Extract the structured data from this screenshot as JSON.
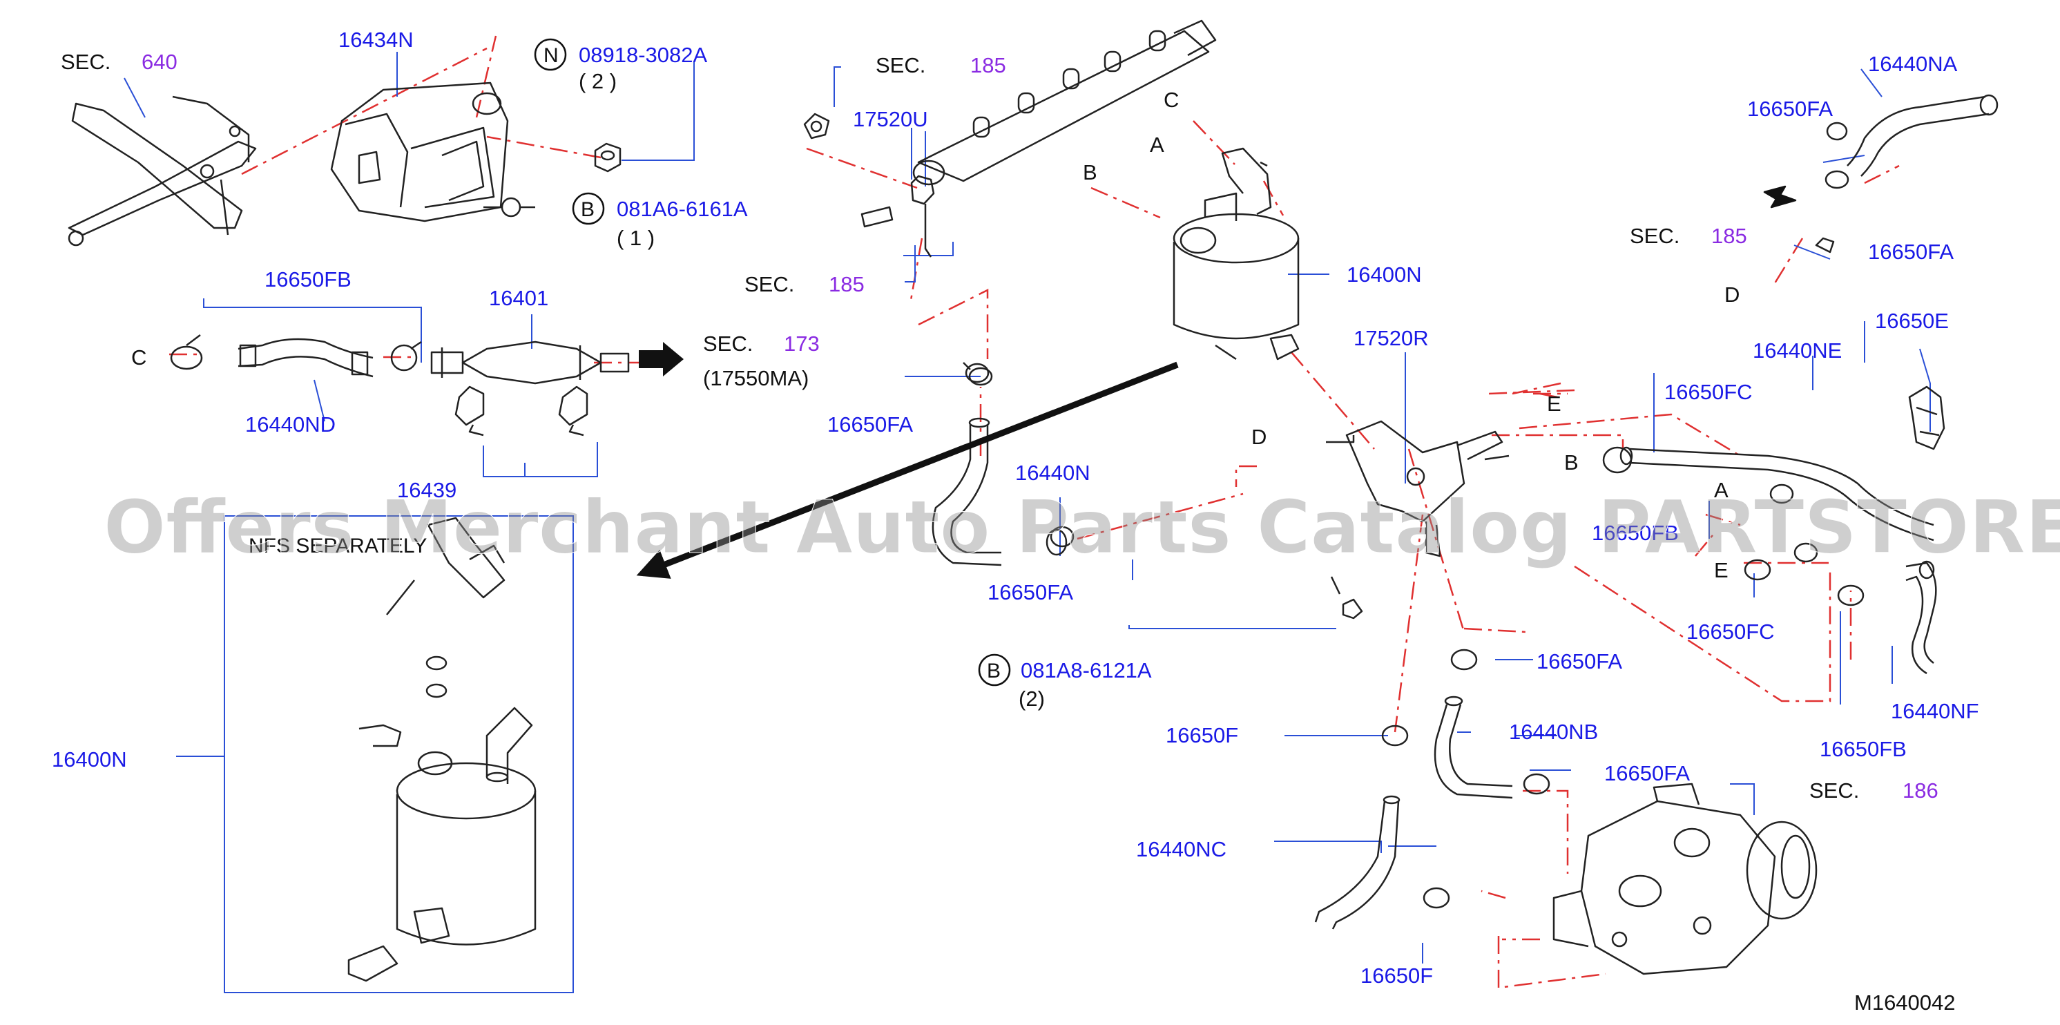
{
  "diagram": {
    "watermark": "Offers Merchant Auto Parts Catalog PARTSTORE.SA",
    "figure_code": "M1640042",
    "inset_title": "NFS SEPARATELY",
    "colors": {
      "part_number": "#1a1ae6",
      "section_number": "#8a2be2",
      "text": "#111111",
      "leader_dash": "#e03030",
      "leader_solid": "#2a4fd6"
    },
    "sec_word": "SEC.",
    "sections": [
      "640",
      "185",
      "185",
      "173",
      "185",
      "186"
    ],
    "sec_173_note": "(17550MA)",
    "letters": {
      "A": "A",
      "B": "B",
      "C": "C",
      "D": "D",
      "E": "E",
      "N": "N"
    },
    "fasteners": [
      {
        "symbol": "N",
        "part": "08918-3082A",
        "qty": "( 2 )"
      },
      {
        "symbol": "B",
        "part": "081A6-6161A",
        "qty": "( 1 )"
      },
      {
        "symbol": "B",
        "part": "081A8-6121A",
        "qty": "(2)"
      }
    ],
    "parts": {
      "p16434N": "16434N",
      "p17520U": "17520U",
      "p16400N": "16400N",
      "p16400N_inset": "16400N",
      "p16440NA": "16440NA",
      "p16650FA_a": "16650FA",
      "p16650FA_b": "16650FA",
      "p16650FA_c": "16650FA",
      "p16650FA_d": "16650FA",
      "p16650FA_e": "16650FA",
      "p16650FA_f": "16650FA",
      "p16650FB_a": "16650FB",
      "p16650FB_b": "16650FB",
      "p16650FB_c": "16650FB",
      "p16401": "16401",
      "p16440ND": "16440ND",
      "p16439": "16439",
      "p16440N": "16440N",
      "p17520R": "17520R",
      "p16650E": "16650E",
      "p16440NE": "16440NE",
      "p16650FC_a": "16650FC",
      "p16650FC_b": "16650FC",
      "p16440NF": "16440NF",
      "p16440NB": "16440NB",
      "p16650F_a": "16650F",
      "p16650F_b": "16650F",
      "p16440NC": "16440NC"
    }
  }
}
